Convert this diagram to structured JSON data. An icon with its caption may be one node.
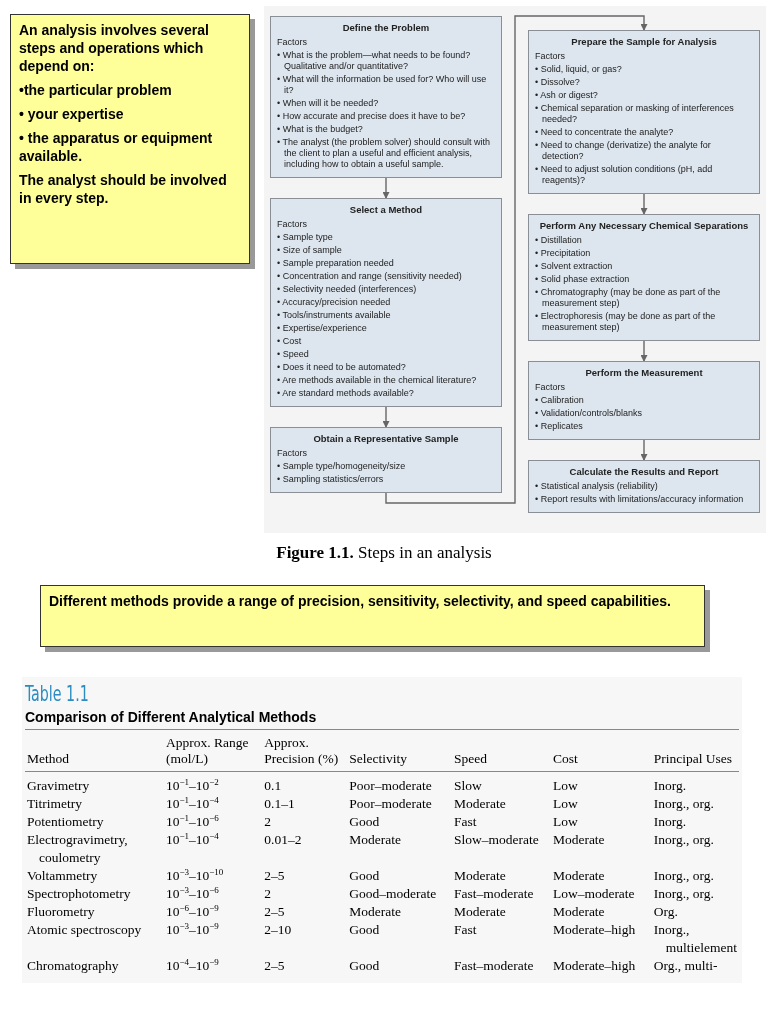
{
  "diagram": {
    "caption": "**Figure 1.1.** Steps in an analysis",
    "nodes": [
      {
        "text": [
          "An analysis involves several steps and operations which depend on:",
          "•the particular problem",
          "• your expertise",
          "• the apparatus or equipment available.",
          "The analyst should be involved in every step."
        ]
      },
      {
        "text": [
          "Define the Problem",
          "Factors",
          "• What is the problem—what needs to be found? Qualitative and/or quantitative?",
          "• What will the information be used for? Who will use it?",
          "• When will it be needed?",
          "• How accurate and precise does it have to be?",
          "• What is the budget?",
          "• The analyst (the problem solver) should consult with the client to plan a useful and efficient analysis, including how to obtain a useful sample."
        ]
      },
      {
        "text": [
          "Select a Method",
          "Factors",
          "• Sample type",
          "• Size of sample",
          "• Sample preparation needed",
          "• Concentration and range (sensitivity needed)",
          "• Selectivity needed (interferences)",
          "• Accuracy/precision needed",
          "• Tools/instruments available",
          "• Expertise/experience",
          "• Cost",
          "• Speed",
          "• Does it need to be automated?",
          "• Are methods available in the chemical literature?",
          "• Are standard methods available?"
        ]
      },
      {
        "text": [
          "Obtain a Representative Sample",
          "Factors",
          "• Sample type/homogeneity/size",
          "• Sampling statistics/errors"
        ]
      },
      {
        "text": [
          "Prepare the Sample for Analysis",
          "Factors",
          "• Solid, liquid, or gas?",
          "• Dissolve?",
          "• Ash or digest?",
          "• Chemical separation or masking of interferences needed?",
          "• Need to concentrate the analyte?",
          "• Need to change (derivatize) the analyte for detection?",
          "• Need to adjust solution conditions (pH, add reagents)?"
        ]
      },
      {
        "text": [
          "Perform Any Necessary Chemical Separations",
          "• Distillation",
          "• Precipitation",
          "• Solvent extraction",
          "• Solid phase extraction",
          "• Chromatography (may be done as part of the measurement step)",
          "• Electrophoresis (may be done as part of the measurement step)"
        ]
      },
      {
        "text": [
          "Perform the Measurement",
          "Factors",
          "• Calibration",
          "• Validation/controls/blanks",
          "• Replicates"
        ]
      },
      {
        "text": [
          "Calculate the Results and Report",
          "• Statistical analysis (reliability)",
          "• Report results with limitations/accuracy information"
        ]
      },
      {
        "text": [
          "Different methods provide a range of precision, sensitivity, selectivity, and speed capabilities."
        ]
      }
    ],
    "edges": [
      {
        "from": 1,
        "to": 2,
        "arrow": "to"
      },
      {
        "from": 2,
        "to": 3,
        "arrow": "to"
      },
      {
        "from": 3,
        "to": 4,
        "arrow": "to"
      },
      {
        "from": 4,
        "to": 5,
        "arrow": "to"
      },
      {
        "from": 5,
        "to": 6,
        "arrow": "to"
      },
      {
        "from": 6,
        "to": 7,
        "arrow": "to"
      }
    ],
    "labels": [
      "Table 1.1",
      "Comparison of Different Analytical Methods",
      "Method",
      "Approx. Range (mol/L)",
      "Approx. Precision (%)",
      "Selectivity",
      "Speed",
      "Cost",
      "Principal Uses",
      "Gravimetry",
      "10$^{−1}$–10$^{−2}$",
      "0.1",
      "Poor–moderate",
      "Slow",
      "Low",
      "Inorg.",
      "Titrimetry",
      "10$^{−1}$–10$^{−4}$",
      "0.1–1",
      "Poor–moderate",
      "Moderate",
      "Low",
      "Inorg., org.",
      "Potentiometry",
      "10$^{−1}$–10$^{−6}$",
      "2",
      "Good",
      "Fast",
      "Low",
      "Inorg.",
      "Electrogravimetry, coulometry",
      "10$^{−1}$–10$^{−4}$",
      "0.01–2",
      "Moderate",
      "Slow–moderate",
      "Moderate",
      "Inorg., org.",
      "Voltammetry",
      "10$^{−3}$–10$^{−10}$",
      "2–5",
      "Good",
      "Moderate",
      "Moderate",
      "Inorg., org.",
      "Spectrophotometry",
      "10$^{−3}$–10$^{−6}$",
      "2",
      "Good–moderate",
      "Fast–moderate",
      "Low–moderate",
      "Inorg., org.",
      "Fluorometry",
      "10$^{−6}$–10$^{−9}$",
      "2–5",
      "Moderate",
      "Moderate",
      "Moderate",
      "Org.",
      "Atomic spectroscopy",
      "10$^{−3}$–10$^{−9}$",
      "2–10",
      "Good",
      "Fast",
      "Moderate–high",
      "Inorg., multielement",
      "Chromatography",
      "10$^{−4}$–10$^{−9}$",
      "2–5",
      "Good",
      "Fast–moderate",
      "Moderate–high",
      "Org., multi-"
    ]
  }
}
